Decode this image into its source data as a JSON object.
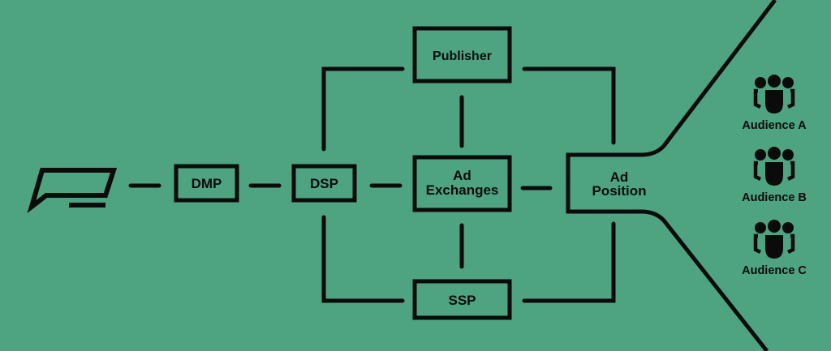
{
  "diagram": {
    "title": "Programmatic advertising flow",
    "colors": {
      "background": "#4ea381",
      "stroke": "#0b0b0b"
    },
    "logo": {
      "icon": "speech-bubble-logo-icon"
    },
    "nodes": {
      "dmp": {
        "label": "DMP"
      },
      "dsp": {
        "label": "DSP"
      },
      "publisher": {
        "label": "Publisher"
      },
      "ad_exchanges": {
        "label_line1": "Ad",
        "label_line2": "Exchanges"
      },
      "ssp": {
        "label": "SSP"
      },
      "ad_position": {
        "label_line1": "Ad",
        "label_line2": "Position"
      }
    },
    "audiences": [
      {
        "label": "Audience A",
        "icon": "audience-group-icon"
      },
      {
        "label": "Audience B",
        "icon": "audience-group-icon"
      },
      {
        "label": "Audience C",
        "icon": "audience-group-icon"
      }
    ]
  }
}
